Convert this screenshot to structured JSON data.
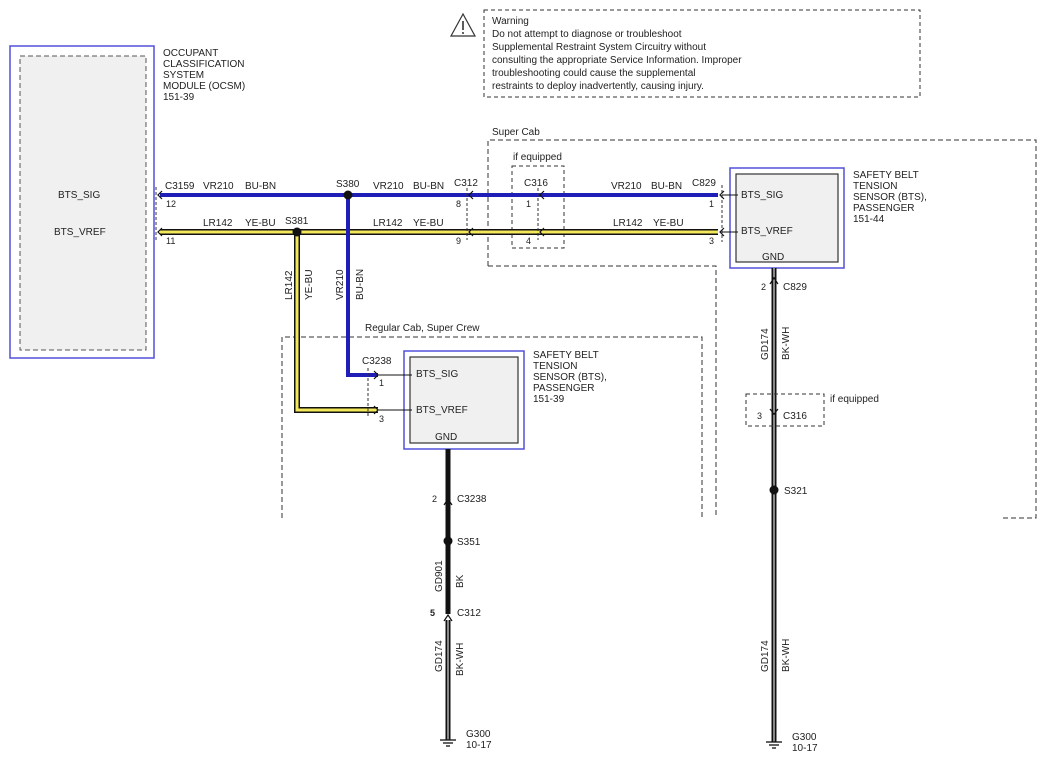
{
  "warning": {
    "title": "Warning",
    "lines": [
      "Do not attempt to diagnose or troubleshoot",
      "Supplemental Restraint System Circuitry without",
      "consulting the appropriate Service Information. Improper",
      "troubleshooting could cause the supplemental",
      "restraints to deploy inadvertently, causing injury."
    ]
  },
  "ocsm": {
    "name_lines": [
      "OCCUPANT",
      "CLASSIFICATION",
      "SYSTEM",
      "MODULE (OCSM)",
      "151-39"
    ],
    "pins": [
      "BTS_SIG",
      "BTS_VREF"
    ]
  },
  "super_cab_label": "Super Cab",
  "if_equipped": "if equipped",
  "regular_cab_label": "Regular Cab, Super Crew",
  "connectors": {
    "c3159": "C3159",
    "c3159_pin12": "12",
    "c3159_pin11": "11",
    "s380": "S380",
    "s381": "S381",
    "c312": "C312",
    "c312_pin8": "8",
    "c312_pin9": "9",
    "c312_pin5": "5",
    "c316": "C316",
    "c316_pin1": "1",
    "c316_pin4": "4",
    "c316_pin3": "3",
    "c829": "C829",
    "c829_pin1": "1",
    "c829_pin3": "3",
    "c829_pin2": "2",
    "c3238": "C3238",
    "c3238_pin1": "1",
    "c3238_pin3": "3",
    "c3238_pin2": "2",
    "s351": "S351",
    "s321": "S321"
  },
  "wires": {
    "vr210": "VR210",
    "bu_bn": "BU-BN",
    "lr142": "LR142",
    "ye_bu": "YE-BU",
    "gd174": "GD174",
    "bk_wh": "BK-WH",
    "gd901": "GD901",
    "bk": "BK"
  },
  "bts_super": {
    "name_lines": [
      "SAFETY BELT",
      "TENSION",
      "SENSOR (BTS),",
      "PASSENGER",
      "151-44"
    ],
    "pins": [
      "BTS_SIG",
      "BTS_VREF",
      "GND"
    ]
  },
  "bts_regular": {
    "name_lines": [
      "SAFETY BELT",
      "TENSION",
      "SENSOR (BTS),",
      "PASSENGER",
      "151-39"
    ],
    "pins": [
      "BTS_SIG",
      "BTS_VREF",
      "GND"
    ]
  },
  "grounds": {
    "left_name": "G300",
    "left_ref": "10-17",
    "right_name": "G300",
    "right_ref": "10-17"
  },
  "colors": {
    "blue_wire": "#1f1fb8",
    "yellow_wire": "#f2e85a",
    "black_wire": "#111111",
    "module_border": "#5050d8",
    "module_fill": "#f0f0f0"
  }
}
